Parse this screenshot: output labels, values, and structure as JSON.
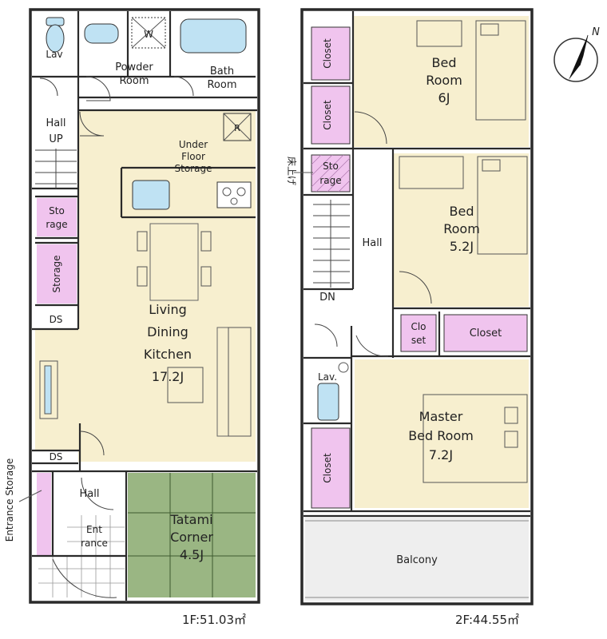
{
  "colors": {
    "room_beige": "#f7efcf",
    "closet_pink": "#f0c4ee",
    "tatami_green": "#9ab683",
    "fixture_blue": "#bfe2f3",
    "balcony_gray": "#eeeeee",
    "wall": "#2a2a2a"
  },
  "floor1": {
    "area": "1F:51.03㎡",
    "lav": "Lav",
    "w_mark": "W",
    "powder_room": [
      "Powder",
      "Room"
    ],
    "bath_room": [
      "Bath",
      "Room"
    ],
    "hall_up": [
      "Hall",
      "UP"
    ],
    "refrigerator_mark": "R",
    "under_floor_storage": [
      "Under",
      "Floor",
      "Storage"
    ],
    "storage_small": [
      "Sto",
      "rage"
    ],
    "storage_tall": "Storage",
    "ds_top": "DS",
    "ds_bottom": "DS",
    "ldk": [
      "Living",
      "Dining",
      "Kitchen",
      "17.2J"
    ],
    "hall": "Hall",
    "entrance": [
      "Ent",
      "rance"
    ],
    "tatami": [
      "Tatami",
      "Corner",
      "4.5J"
    ],
    "entrance_storage": "Entrance Storage"
  },
  "floor2": {
    "area": "2F:44.55㎡",
    "closet_1": "Closet",
    "closet_2": "Closet",
    "bed_6": [
      "Bed",
      "Room",
      "6J"
    ],
    "floor_raise_note": "床上げ",
    "storage": [
      "Sto",
      "rage"
    ],
    "hall": "Hall",
    "dn": "DN",
    "bed_52": [
      "Bed",
      "Room",
      "5.2J"
    ],
    "closet_small": [
      "Clo",
      "set"
    ],
    "closet_wide": "Closet",
    "lav": "Lav.",
    "master": [
      "Master",
      "Bed Room",
      "7.2J"
    ],
    "closet_master": "Closet",
    "balcony": "Balcony"
  },
  "compass_label": "N"
}
